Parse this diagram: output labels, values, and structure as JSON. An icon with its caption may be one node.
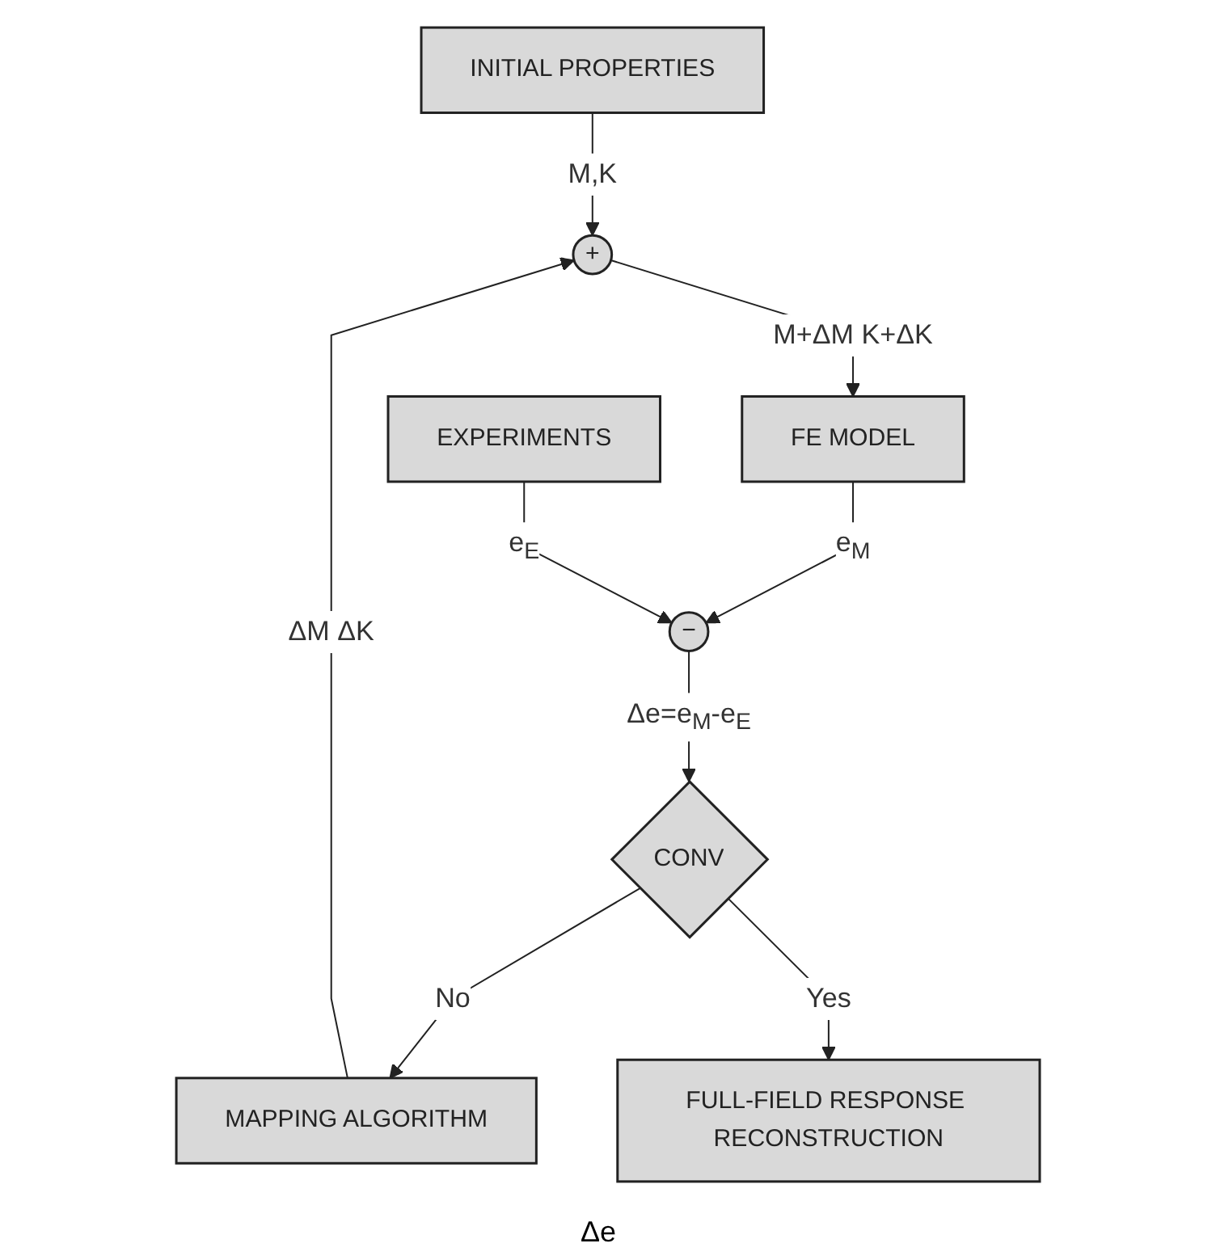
{
  "diagram": {
    "nodes": [
      {
        "text": [
          "INITIAL PROPERTIES"
        ]
      },
      {
        "text": [
          "+"
        ]
      },
      {
        "text": [
          "FE MODEL"
        ]
      },
      {
        "text": [
          "MAPPING ALGORITHM"
        ]
      },
      {
        "text": [
          "CONV"
        ]
      },
      {
        "text": [
          "FULL-FIELD RESPONSE RECONSTRUCTION"
        ]
      },
      {
        "text": [
          "−"
        ]
      },
      {
        "text": [
          "EXPERIMENTS"
        ]
      }
    ],
    "edges": [
      {
        "from": 0,
        "to": 1,
        "arrow": "to",
        "label": "M,K"
      },
      {
        "from": 1,
        "to": 2,
        "arrow": "to",
        "label": "M+ΔM K+ΔK"
      },
      {
        "from": 3,
        "to": 1,
        "arrow": "to",
        "label": "ΔM ΔK"
      },
      {
        "from": 2,
        "to": 6,
        "arrow": "to",
        "label": "e$_{M}$"
      },
      {
        "from": 7,
        "to": 6,
        "arrow": "to",
        "label": "e$_{E}$"
      },
      {
        "from": 6,
        "to": 4,
        "arrow": "to",
        "label": "Δe=e$_{M}$-e$_{E}$"
      },
      {
        "from": 4,
        "to": 3,
        "arrow": "to",
        "label": "No"
      },
      {
        "from": 4,
        "to": 5,
        "arrow": "to",
        "label": "Yes"
      }
    ],
    "labels": [
      "Δe"
    ]
  }
}
